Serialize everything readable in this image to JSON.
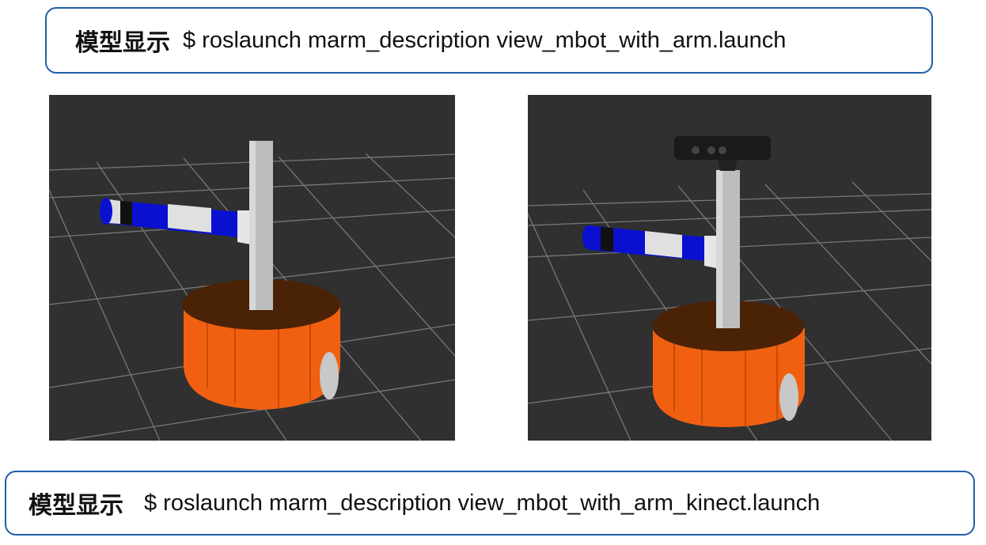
{
  "top_caption": {
    "label": "模型显示",
    "command": "$ roslaunch marm_description view_mbot_with_arm.launch"
  },
  "bottom_caption": {
    "label": "模型显示",
    "command": "$ roslaunch marm_description view_mbot_with_arm_kinect.launch"
  },
  "colors": {
    "border": "#1f5fa8",
    "viewport_bg": "#303030",
    "base_orange": "#f06010",
    "arm_blue": "#0a10d0",
    "pole_gray": "#b8b8b8"
  }
}
